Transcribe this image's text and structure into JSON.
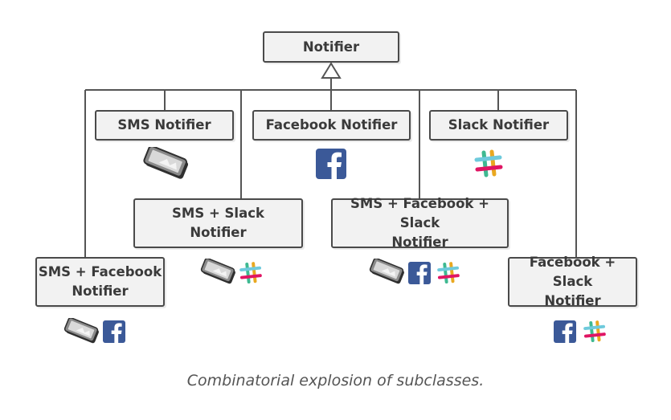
{
  "diagram": {
    "base_class": "Notifier",
    "subclasses": [
      {
        "id": "sms",
        "lines": [
          "SMS Notifier"
        ]
      },
      {
        "id": "facebook",
        "lines": [
          "Facebook Notifier"
        ]
      },
      {
        "id": "slack",
        "lines": [
          "Slack Notifier"
        ]
      },
      {
        "id": "sms_slack",
        "lines": [
          "SMS + Slack",
          "Notifier"
        ]
      },
      {
        "id": "sms_fb_slack",
        "lines": [
          "SMS + Facebook + Slack",
          "Notifier"
        ]
      },
      {
        "id": "sms_fb",
        "lines": [
          "SMS + Facebook",
          "Notifier"
        ]
      },
      {
        "id": "fb_slack",
        "lines": [
          "Facebook + Slack",
          "Notifier"
        ]
      }
    ],
    "icons": {
      "phone": "phone-icon",
      "facebook": "facebook-icon",
      "slack": "slack-icon"
    },
    "colors": {
      "facebook": "#3b5998",
      "slack_teal": "#3eb991",
      "slack_blue": "#6ecadc",
      "slack_yellow": "#e9a820",
      "slack_pink": "#e01563"
    }
  },
  "caption": "Combinatorial explosion of subclasses."
}
